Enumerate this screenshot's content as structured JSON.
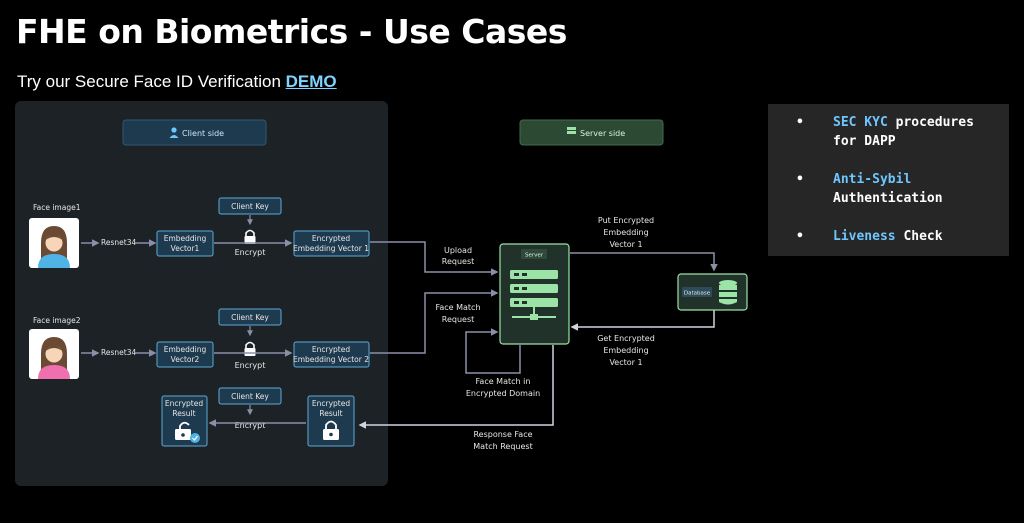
{
  "slide": {
    "title": "FHE on Biometrics - Use Cases",
    "subtitle_prefix": "Try our Secure Face ID Verification ",
    "demo_link": "DEMO"
  },
  "diagram": {
    "client_side_label": "Client side",
    "server_side_label": "Server side",
    "face_image1": "Face image1",
    "face_image2": "Face image2",
    "resnet1": "Resnet34",
    "resnet2": "Resnet34",
    "embedding1_l1": "Embedding",
    "embedding1_l2": "Vector1",
    "embedding2_l1": "Embedding",
    "embedding2_l2": "Vector2",
    "client_key1": "Client Key",
    "client_key2": "Client Key",
    "client_key3": "Client Key",
    "encrypt1": "Encrypt",
    "encrypt2": "Encrypt",
    "encrypt3": "Encrypt",
    "enc_emb1_l1": "Encrypted",
    "enc_emb1_l2": "Embedding Vector 1",
    "enc_emb2_l1": "Encrypted",
    "enc_emb2_l2": "Embedding Vector 2",
    "enc_result_left_l1": "Encrypted",
    "enc_result_left_l2": "Result",
    "enc_result_right_l1": "Encrypted",
    "enc_result_right_l2": "Result",
    "upload_l1": "Upload",
    "upload_l2": "Request",
    "face_match_req_l1": "Face Match",
    "face_match_req_l2": "Request",
    "server_label": "Server",
    "put_l1": "Put Encrypted",
    "put_l2": "Embedding",
    "put_l3": "Vector 1",
    "get_l1": "Get Encrypted",
    "get_l2": "Embedding",
    "get_l3": "Vector 1",
    "database_label": "Database",
    "fm_domain_l1": "Face Match in",
    "fm_domain_l2": "Encrypted Domain",
    "response_l1": "Response Face",
    "response_l2": "Match Request"
  },
  "bullets": [
    {
      "highlight": "SEC KYC",
      "rest1": " procedures",
      "rest2": "for DAPP"
    },
    {
      "highlight": "Anti-Sybil",
      "rest1": "",
      "rest2": "Authentication"
    },
    {
      "highlight": "Liveness",
      "rest1": " Check",
      "rest2": ""
    }
  ],
  "colors": {
    "accent_blue": "#6ec6ff",
    "client_box": "#1d3a4f",
    "server_box": "#2c4a33",
    "server_border": "#9be3a6",
    "box_border": "#5fa9d6"
  }
}
